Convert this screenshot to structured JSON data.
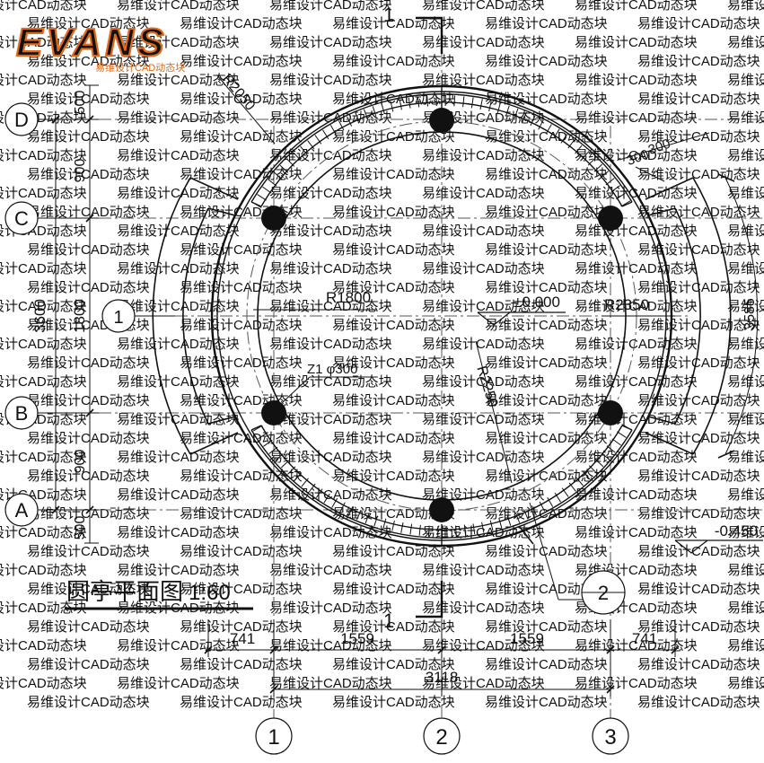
{
  "logo": {
    "brand": "EVANS",
    "tagline": "易维设计CAD动态块",
    "color": "#e06a1c"
  },
  "watermark": {
    "text": "易维设计CAD动态块"
  },
  "grid_axes": {
    "rows": [
      "D",
      "C",
      "B",
      "A"
    ],
    "columns": [
      "1",
      "2",
      "3"
    ],
    "side_axis": "1",
    "detail_ref": "2",
    "section_mark": "1"
  },
  "dimensions": {
    "left_outer": "3600",
    "left_inner": "1800",
    "left_seg_top": "500",
    "left_seg_mid_top": "900",
    "left_seg_mid_bottom": "900",
    "left_seg_bottom": "500",
    "bottom_left": "741",
    "bottom_mid_left": "1559",
    "bottom_mid_right": "1559",
    "bottom_right": "741",
    "bottom_total": "3118",
    "right_arc": "3585",
    "top_right_a": "300",
    "top_right_b": "300"
  },
  "radii": {
    "r1": "R2050",
    "r2": "R1800",
    "r3": "R2350",
    "r4": "R2250"
  },
  "levels": {
    "floor": "±0.000",
    "ground": "-0.450"
  },
  "column_label": "Z1 φ300",
  "title": {
    "name": "圆亭平面图",
    "scale": "1:60"
  }
}
